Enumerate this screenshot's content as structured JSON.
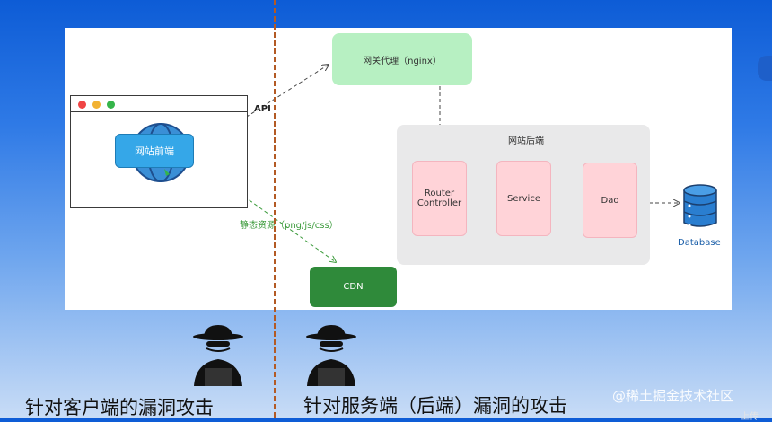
{
  "diagram": {
    "frontend": {
      "label": "网站前端"
    },
    "api_label": "API",
    "gateway": {
      "label": "网关代理（nginx）"
    },
    "backend": {
      "title": "网站后端",
      "modules": [
        {
          "label": "Router\nController"
        },
        {
          "label": "Service"
        },
        {
          "label": "Dao"
        }
      ]
    },
    "database": {
      "label": "Database"
    },
    "static_resources_label": "静态资源（png/js/css）",
    "cdn": {
      "label": "CDN"
    }
  },
  "captions": {
    "client": "针对客户端的漏洞攻击",
    "server": "针对服务端（后端）漏洞的攻击"
  },
  "watermark": "@稀土掘金技术社区",
  "corner_mark": "上传",
  "colors": {
    "divider": "#b35a24",
    "gateway": "#b7f0c2",
    "module": "#ffd3d8",
    "backend_bg": "#e9e9ea",
    "cdn": "#2f8a3a",
    "frontend": "#35a7e8",
    "database": "#2a7ed0"
  }
}
